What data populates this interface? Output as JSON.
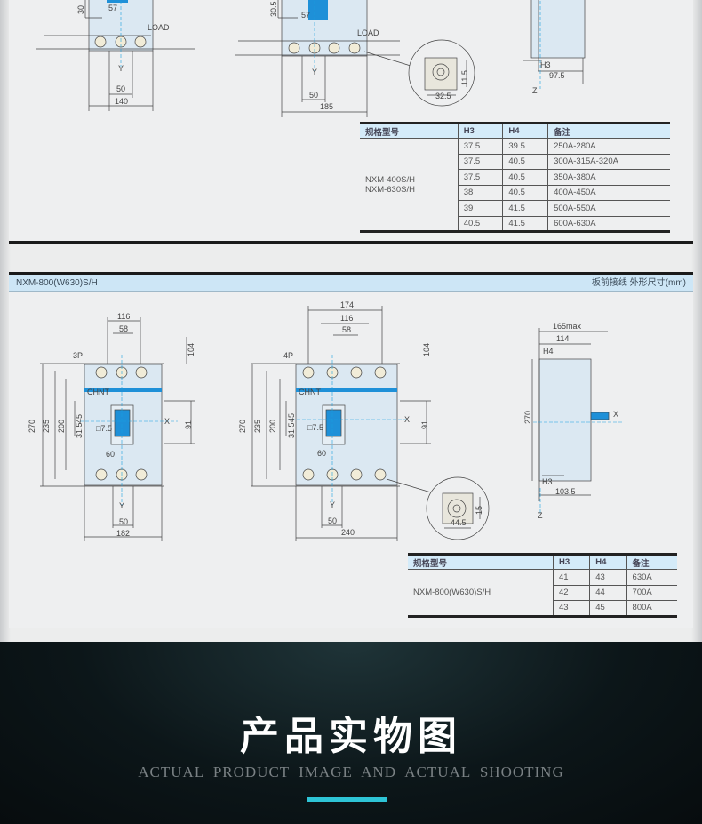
{
  "panel1": {
    "dims_3p": {
      "d57": "57",
      "d30": "30",
      "d50": "50",
      "d140": "140",
      "y": "Y",
      "load": "LOAD"
    },
    "dims_4p": {
      "d57": "57",
      "d30": "30.5",
      "d50": "50",
      "d185": "185",
      "y": "Y",
      "load": "LOAD"
    },
    "detail": {
      "w": "32.5",
      "h": "11.5"
    },
    "side": {
      "h3": "H3",
      "d975": "97.5",
      "z": "Z"
    },
    "table": {
      "headers": [
        "规格型号",
        "H3",
        "H4",
        "备注"
      ],
      "model_lines": [
        "NXM-400S/H",
        "NXM-630S/H"
      ],
      "rows": [
        [
          "37.5",
          "39.5",
          "250A-280A"
        ],
        [
          "37.5",
          "40.5",
          "300A-315A-320A"
        ],
        [
          "37.5",
          "40.5",
          "350A-380A"
        ],
        [
          "38",
          "40.5",
          "400A-450A"
        ],
        [
          "39",
          "41.5",
          "500A-550A"
        ],
        [
          "40.5",
          "41.5",
          "600A-630A"
        ]
      ]
    }
  },
  "panel2": {
    "header_left": "NXM-800(W630)S/H",
    "header_right": "板前接线  外形尺寸(mm)",
    "dims_3p": {
      "label": "3P",
      "d116": "116",
      "d58": "58",
      "d104": "104",
      "d270": "270",
      "d235": "235",
      "d200": "200",
      "d45": "45",
      "d315": "31.5",
      "d91": "91",
      "d60": "60",
      "d50": "50",
      "d182": "182",
      "x": "X",
      "y": "Y",
      "brand": "CHNT",
      "d7": "□7.5"
    },
    "dims_4p": {
      "label": "4P",
      "d174": "174",
      "d116": "116",
      "d58": "58",
      "d104": "104",
      "d270": "270",
      "d235": "235",
      "d200": "200",
      "d45": "45",
      "d315": "31.5",
      "d91": "91",
      "d60": "60",
      "d50": "50",
      "d240": "240",
      "x": "X",
      "y": "Y",
      "brand": "CHNT",
      "d7": "□7.5"
    },
    "detail": {
      "w": "44.5",
      "h": "15"
    },
    "side": {
      "d165": "165max",
      "d114": "114",
      "h4": "H4",
      "d270": "270",
      "h3": "H3",
      "d1035": "103.5",
      "x": "X",
      "z": "Z"
    },
    "table": {
      "headers": [
        "规格型号",
        "H3",
        "H4",
        "备注"
      ],
      "model": "NXM-800(W630)S/H",
      "rows": [
        [
          "41",
          "43",
          "630A"
        ],
        [
          "42",
          "44",
          "700A"
        ],
        [
          "43",
          "45",
          "800A"
        ]
      ]
    }
  },
  "footer": {
    "title": "产品实物图",
    "subtitle": "ACTUAL PRODUCT IMAGE AND ACTUAL SHOOTING",
    "accent": "#2ec4d6"
  }
}
